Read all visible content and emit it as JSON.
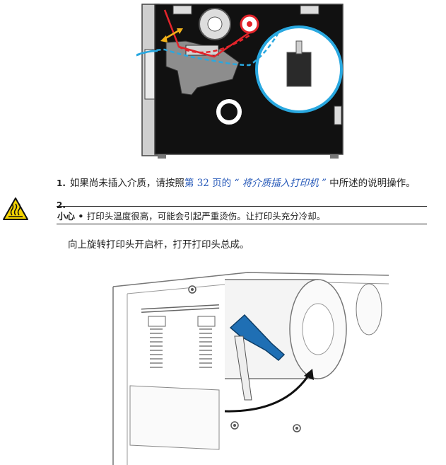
{
  "steps": [
    {
      "number": "1.",
      "text_before": "如果尚未插入介质，请按照",
      "link_page": "第 32 页的 ",
      "link_title": "“ 将介质插入打印机 ”",
      "text_after": " 中所述的说明操作。"
    },
    {
      "number": "2.",
      "caution_label": "小心 • ",
      "caution_text": "打印头温度很高，可能会引起严重烫伤。让打印头充分冷却。",
      "text": "向上旋转打印头开启杆，打开打印头总成。"
    }
  ],
  "colors": {
    "link": "#2457b8",
    "media_path": "#29a8e0",
    "ribbon_path": "#e3242b",
    "arrow": "#f2b21a",
    "caution_icon": "#f5d400",
    "lever": "#1f6fb4"
  },
  "icons": [
    "hot-surface-icon"
  ]
}
